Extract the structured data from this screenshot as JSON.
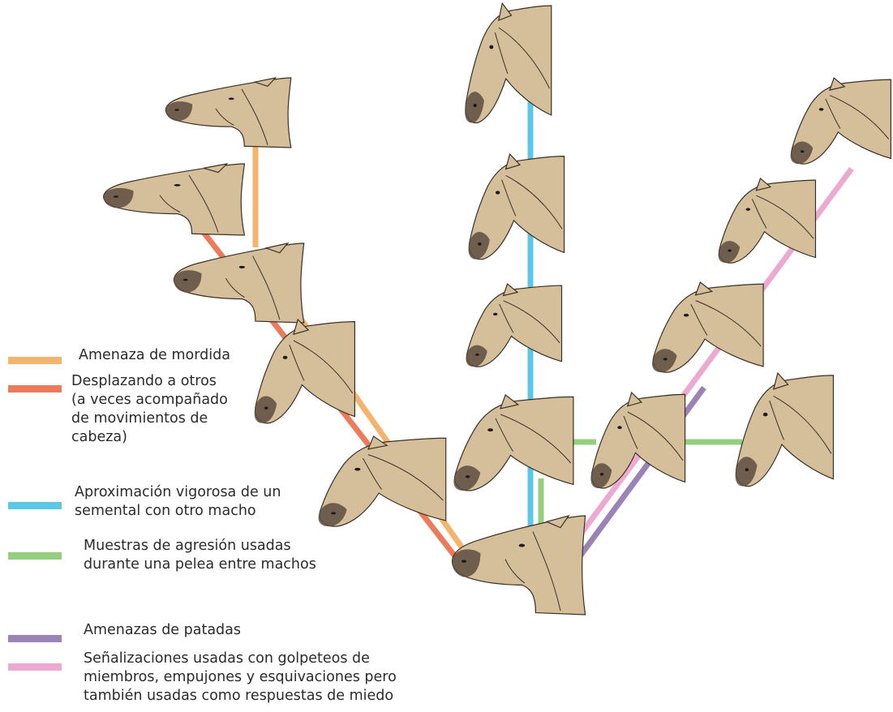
{
  "colors": {
    "orange": "#f5b46e",
    "red": "#ec7b5b",
    "blue": "#5cc7e6",
    "green": "#93cf7f",
    "purple": "#9b82b7",
    "pink": "#ecaad2",
    "head_fill": "#d5bf9b",
    "muzzle": "#5d4c40",
    "outline": "#3a3027"
  },
  "legend": [
    {
      "id": "bite-threat",
      "color": "orange",
      "text": "Amenaza de mordida"
    },
    {
      "id": "displacing",
      "color": "red",
      "text": "Desplazando a otros\n(a veces acompañado\nde movimientos de\ncabeza)"
    },
    {
      "id": "vigorous-approach",
      "color": "blue",
      "text": "Aproximación vigorosa de un\nsemental con otro macho"
    },
    {
      "id": "aggression-displays",
      "color": "green",
      "text": "Muestras de agresión usadas\ndurante una pelea entre machos"
    },
    {
      "id": "kick-threats",
      "color": "purple",
      "text": "Amenazas de patadas"
    },
    {
      "id": "signals-fear",
      "color": "pink",
      "text": "Señalizaciones usadas con golpeteos de\nmiembros, empujones y esquivaciones pero\ntambién usadas como respuestas de miedo"
    }
  ],
  "heads": [
    {
      "id": "hub",
      "posture": "neutral"
    },
    {
      "id": "orange-top",
      "posture": "pinned-ears"
    },
    {
      "id": "red-top",
      "posture": "bite-open-mouth"
    },
    {
      "id": "orange-red-1",
      "posture": "ears-back"
    },
    {
      "id": "orange-red-2",
      "posture": "lowered"
    },
    {
      "id": "orange-red-3",
      "posture": "lowered"
    },
    {
      "id": "blue-top",
      "posture": "lowered-arched"
    },
    {
      "id": "blue-2",
      "posture": "lowered-arched"
    },
    {
      "id": "blue-3",
      "posture": "arched"
    },
    {
      "id": "blue-4",
      "posture": "arched"
    },
    {
      "id": "green-mid",
      "posture": "arched"
    },
    {
      "id": "green-right",
      "posture": "arched"
    },
    {
      "id": "pink-1",
      "posture": "alert"
    },
    {
      "id": "pink-2",
      "posture": "head-raised"
    },
    {
      "id": "pink-top",
      "posture": "head-raised"
    }
  ]
}
